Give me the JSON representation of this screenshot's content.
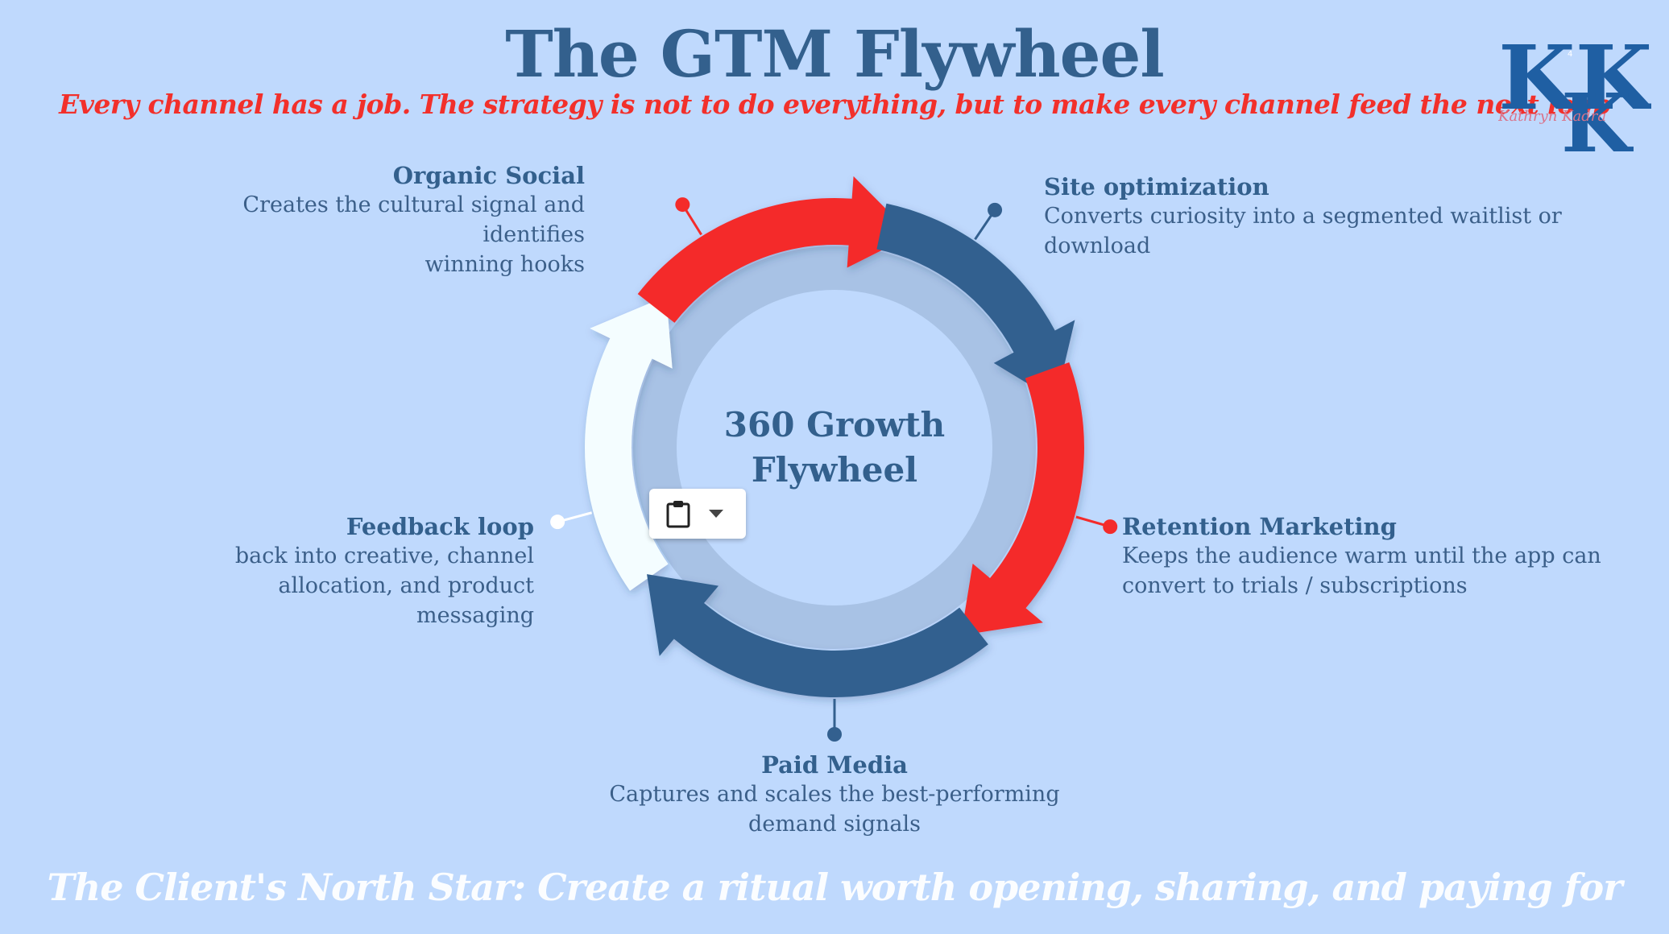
{
  "header": {
    "title": "The GTM Flywheel",
    "subtitle": "Every channel has a job. The strategy is not to do everything, but to make every channel feed the next loop"
  },
  "logo": {
    "letters": "KK",
    "signature": "Kathryn Kadra",
    "tiny_mark": "4"
  },
  "center": {
    "line1": "360 Growth",
    "line2": "Flywheel"
  },
  "nodes": {
    "organic_social": {
      "title": "Organic Social",
      "desc_line1": "Creates the cultural signal and identifies",
      "desc_line2": "winning hooks"
    },
    "site_optimization": {
      "title": "Site optimization",
      "desc_line1": "Converts curiosity into a segmented waitlist or download"
    },
    "retention_marketing": {
      "title": "Retention Marketing",
      "desc_line1": "Keeps the audience warm until the app can",
      "desc_line2": "convert to trials / subscriptions"
    },
    "paid_media": {
      "title": "Paid Media",
      "desc_line1": "Captures and scales the best-performing",
      "desc_line2": "demand signals"
    },
    "feedback_loop": {
      "title": "Feedback loop",
      "desc_line1": "back into creative, channel",
      "desc_line2": "allocation, and product",
      "desc_line3": "messaging"
    }
  },
  "footer": {
    "text": "The Client's North Star: Create a ritual worth opening, sharing, and paying for"
  },
  "paste_widget": {
    "icon": "clipboard-icon",
    "dropdown_icon": "caret-down-icon"
  },
  "colors": {
    "background": "#bfd9fd",
    "red": "#f42b2a",
    "navy": "#33608f",
    "white": "#f4fdff",
    "inner_ring": "#a8c2e5",
    "inner_disc": "#bfd9fd"
  }
}
